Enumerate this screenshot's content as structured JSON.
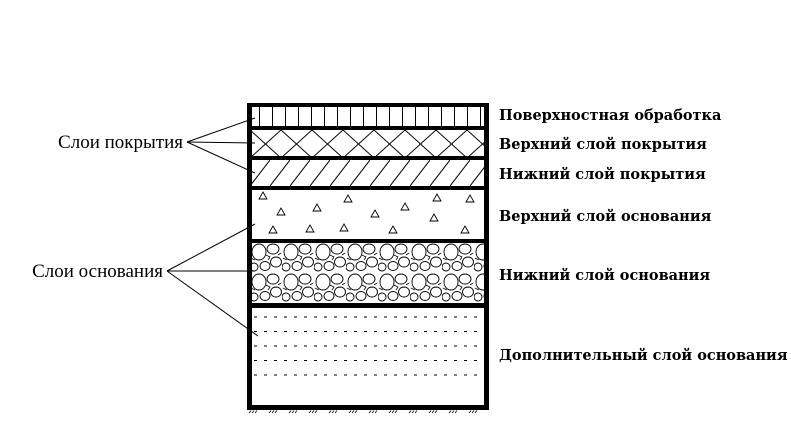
{
  "diagram": {
    "title": "Pavement structure layers",
    "colors": {
      "ink": "#000000",
      "background": "#ffffff"
    },
    "groups": [
      {
        "id": "coating",
        "label": "Слои покрытия",
        "layers": [
          "surface",
          "upper_coating",
          "lower_coating"
        ]
      },
      {
        "id": "base",
        "label": "Слои основания",
        "layers": [
          "upper_base",
          "lower_base",
          "additional_base"
        ]
      }
    ],
    "layers": [
      {
        "id": "surface",
        "label": "Поверхностная обработка",
        "pattern": "vertical-lines"
      },
      {
        "id": "upper_coating",
        "label": "Верхний слой покрытия",
        "pattern": "cross-hatch"
      },
      {
        "id": "lower_coating",
        "label": "Нижний слой покрытия",
        "pattern": "diagonal-hatch"
      },
      {
        "id": "upper_base",
        "label": "Верхний слой основания",
        "pattern": "scattered-triangles"
      },
      {
        "id": "lower_base",
        "label": "Нижний слой основания",
        "pattern": "cobblestones"
      },
      {
        "id": "additional_base",
        "label": "Дополнительный слой основания",
        "pattern": "dashed-lines"
      }
    ],
    "ground_marker": "ground-hatch"
  }
}
